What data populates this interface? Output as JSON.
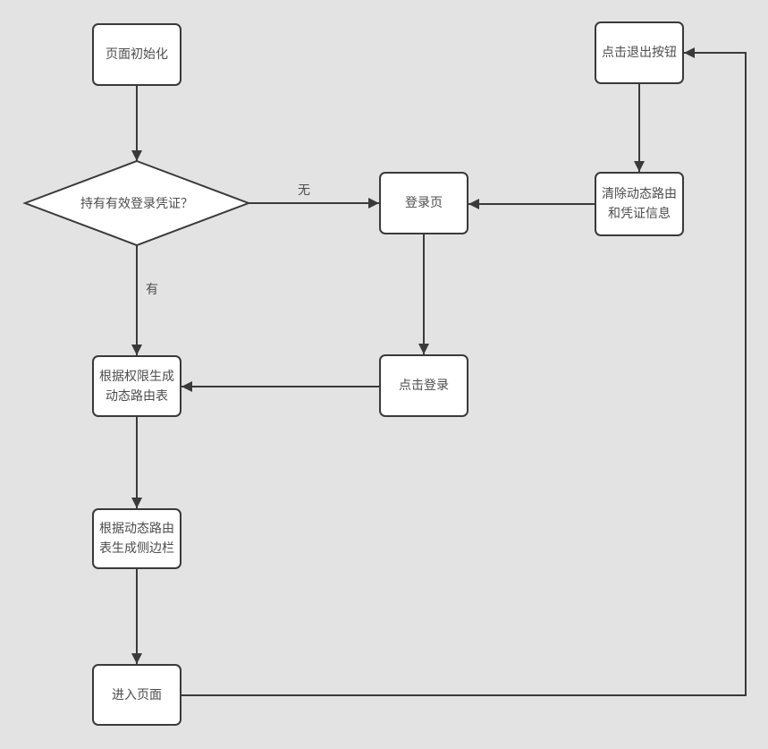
{
  "diagram": {
    "type": "flowchart",
    "background_color": "#e3e3e3",
    "node_fill": "#ffffff",
    "line_color": "#3a3a3a",
    "text_color": "#4d4d4d",
    "nodes": {
      "page_init": {
        "label": "页面初始化",
        "shape": "rounded-rect"
      },
      "credential_check": {
        "label": "持有有效登录凭证？",
        "shape": "diamond"
      },
      "login_page": {
        "label": "登录页",
        "shape": "rounded-rect"
      },
      "click_logout": {
        "label": "点击退出按钮",
        "shape": "rounded-rect"
      },
      "clear_routes": {
        "label": "清除动态路由和凭证信息",
        "shape": "rounded-rect"
      },
      "gen_routes": {
        "label": "根据权限生成动态路由表",
        "shape": "rounded-rect"
      },
      "click_login": {
        "label": "点击登录",
        "shape": "rounded-rect"
      },
      "gen_sidebar": {
        "label": "根据动态路由表生成侧边栏",
        "shape": "rounded-rect"
      },
      "enter_page": {
        "label": "进入页面",
        "shape": "rounded-rect"
      }
    },
    "edge_labels": {
      "no_branch": "无",
      "yes_branch": "有"
    }
  }
}
